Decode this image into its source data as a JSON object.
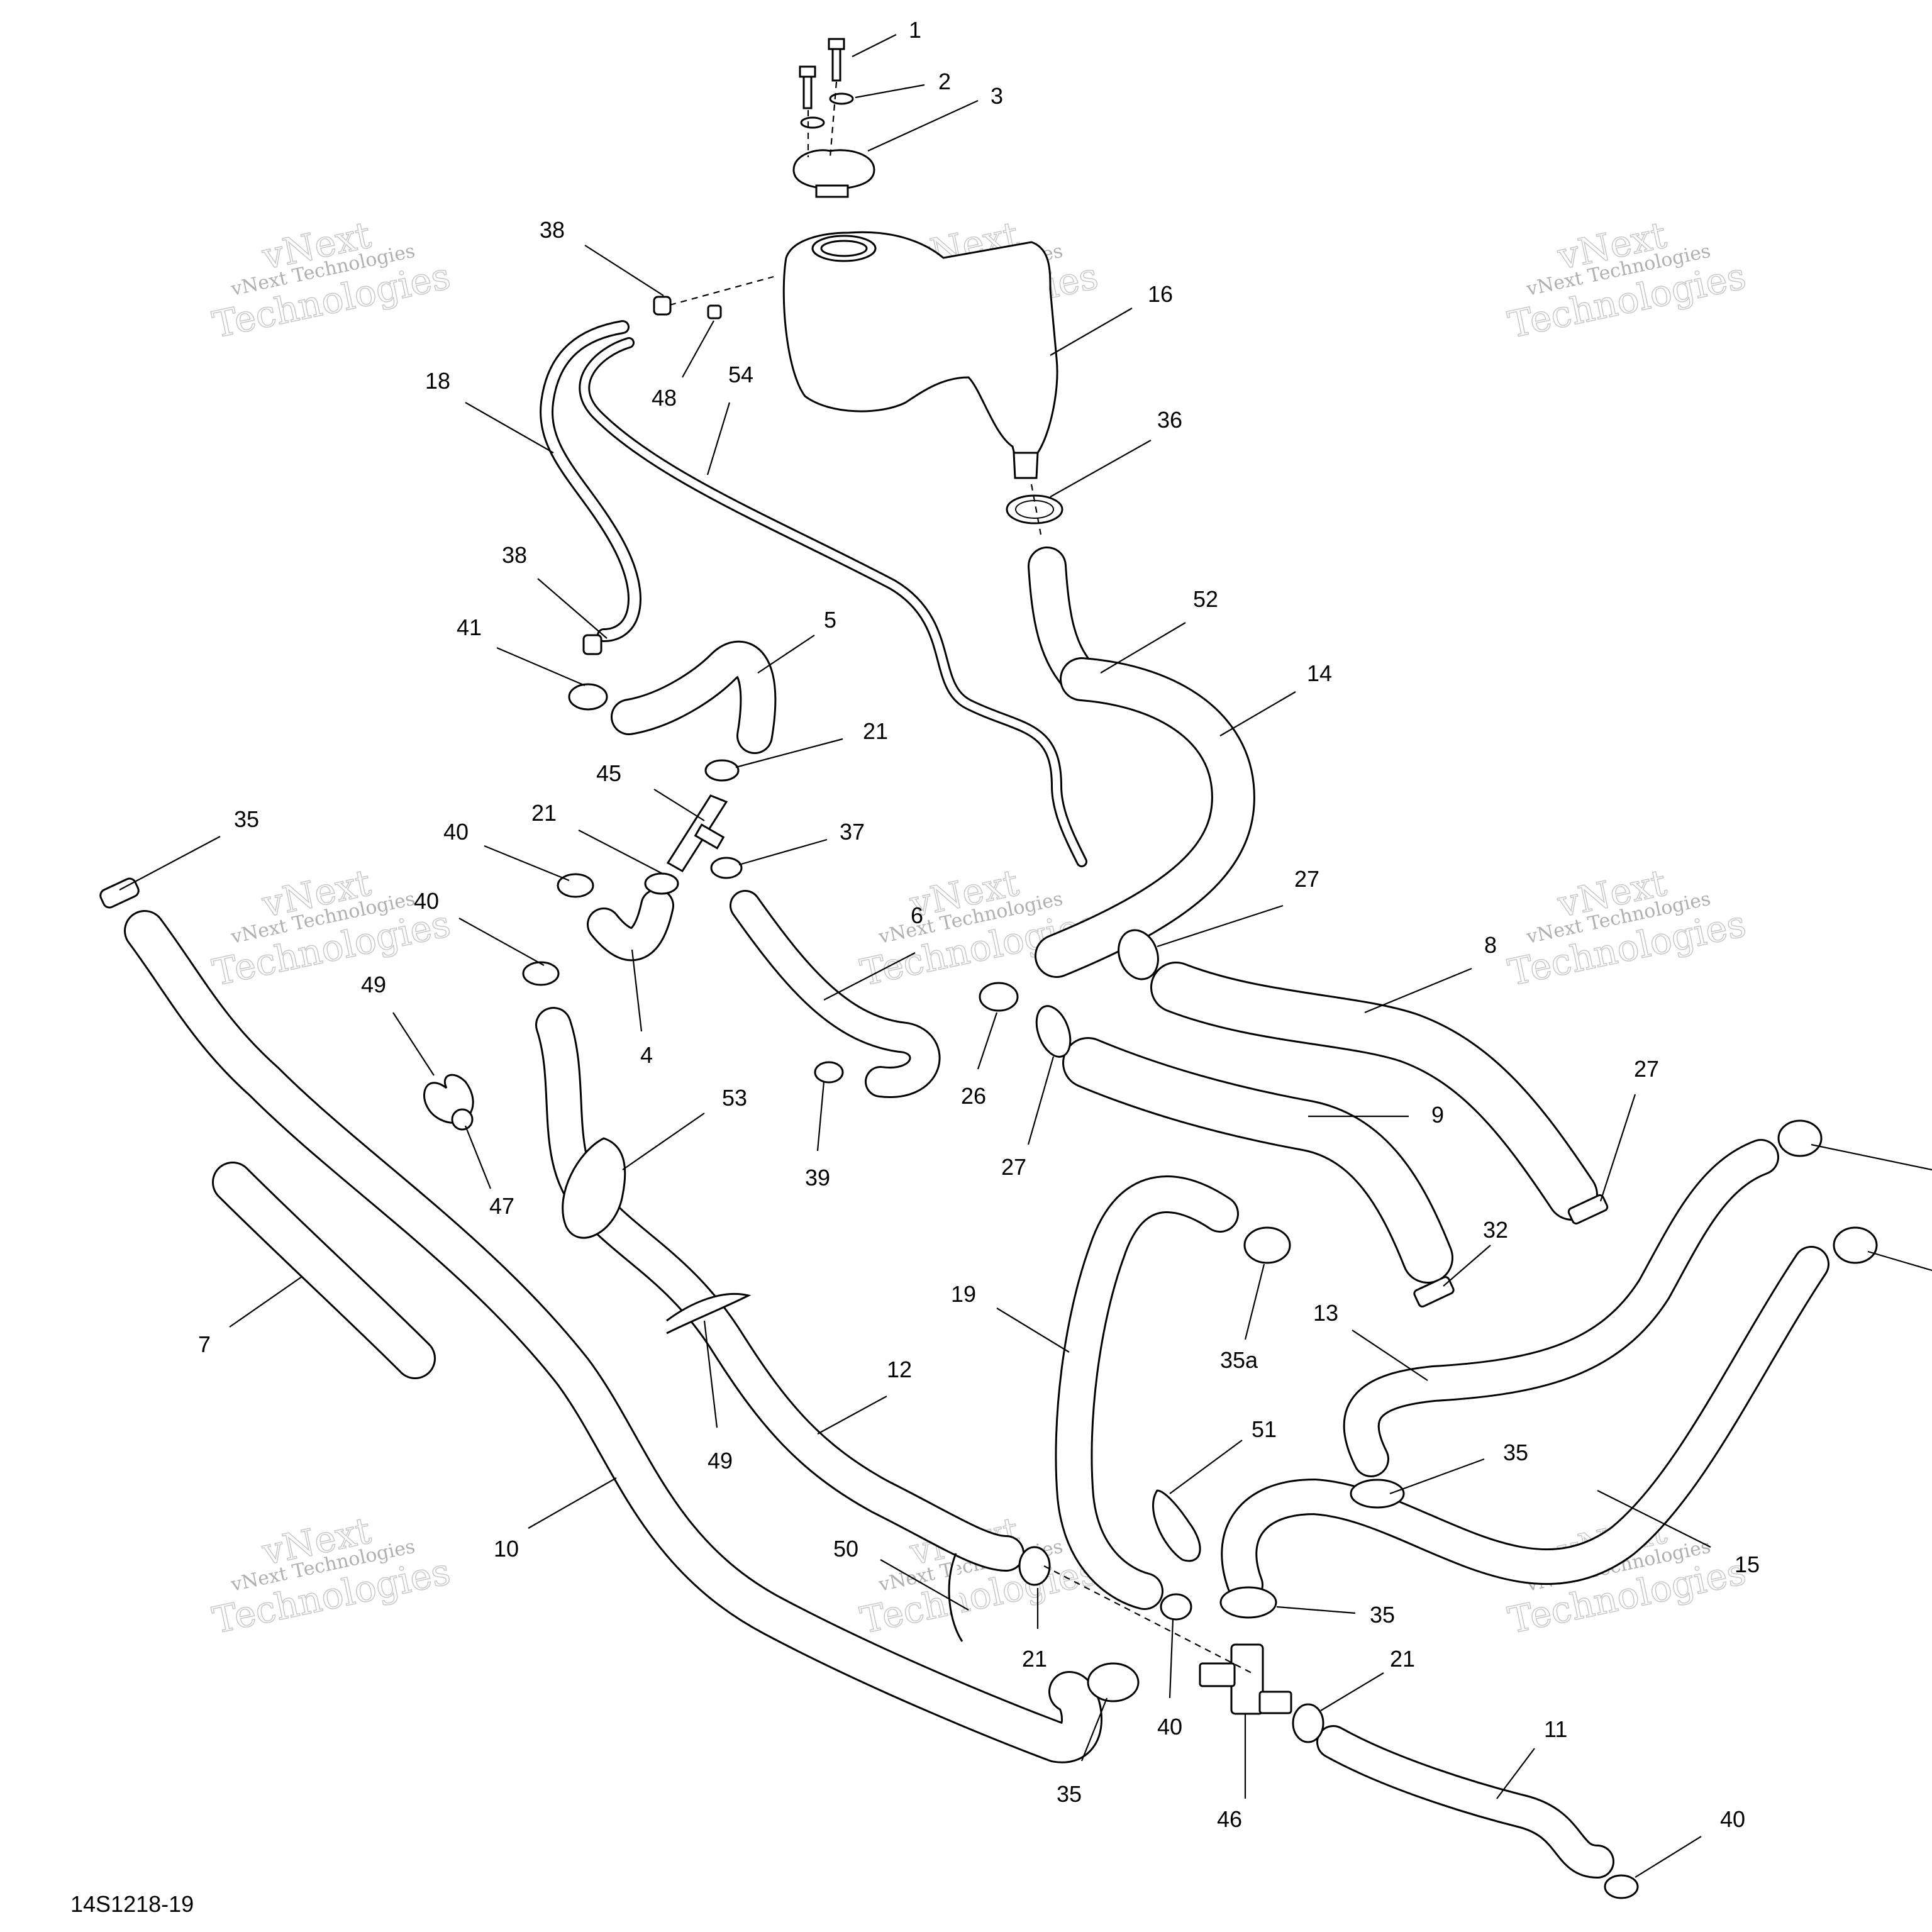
{
  "diagram": {
    "reference": "14S1218-19",
    "watermark": {
      "line1": "vNext",
      "line2": "vNext Technologies",
      "line3": "Technologies"
    },
    "callouts": [
      "1",
      "2",
      "3",
      "38",
      "16",
      "18",
      "48",
      "54",
      "36",
      "38",
      "52",
      "41",
      "5",
      "14",
      "21",
      "45",
      "21",
      "37",
      "35",
      "40",
      "40",
      "6",
      "27",
      "8",
      "4",
      "26",
      "27",
      "49",
      "9",
      "39",
      "53",
      "27",
      "47",
      "32",
      "7",
      "19",
      "13",
      "35a",
      "12",
      "49",
      "51",
      "35",
      "10",
      "15",
      "50",
      "35",
      "21",
      "21",
      "40",
      "35",
      "11",
      "46",
      "40"
    ]
  }
}
